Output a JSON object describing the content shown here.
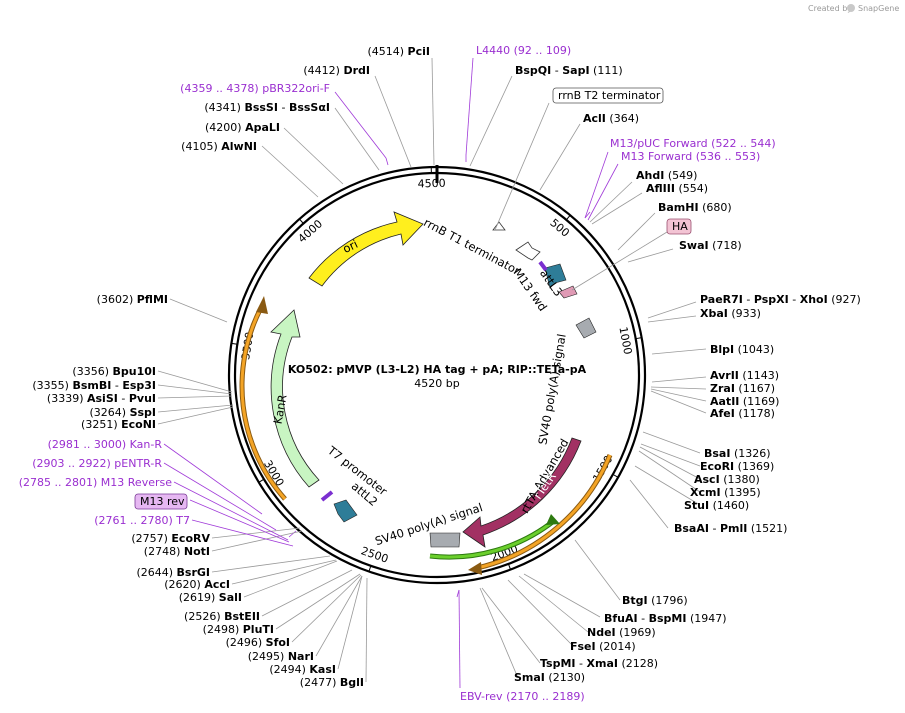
{
  "credit": {
    "prefix": "Created by",
    "brand": "SnapGene"
  },
  "plasmid": {
    "name": "KO502: pMVP (L3-L2) HA tag + pA; RIP::TETa-pA",
    "size_label": "4520 bp",
    "length": 4520
  },
  "ticks": [
    "500",
    "1000",
    "1500",
    "2000",
    "2500",
    "3000",
    "3500",
    "4000",
    "4500"
  ],
  "top_right_labels": [
    {
      "name": "L4440",
      "range": "(92 .. 109)",
      "kind": "primer"
    },
    {
      "name": "BspQI",
      "sep": "-",
      "name2": "SapI",
      "pos": "(111)",
      "kind": "enzyme"
    },
    {
      "name": "rrnB T2 terminator",
      "kind": "feature-box"
    },
    {
      "name": "AclI",
      "pos": "(364)",
      "kind": "enzyme"
    },
    {
      "name": "M13/pUC Forward",
      "range": "(522 .. 544)",
      "kind": "primer"
    },
    {
      "name": "M13 Forward",
      "range": "(536 .. 553)",
      "kind": "primer"
    },
    {
      "name": "AhdI",
      "pos": "(549)",
      "kind": "enzyme"
    },
    {
      "name": "AflIII",
      "pos": "(554)",
      "kind": "enzyme"
    },
    {
      "name": "BamHI",
      "pos": "(680)",
      "kind": "enzyme"
    },
    {
      "name": "HA",
      "kind": "feature-box-pink"
    },
    {
      "name": "SwaI",
      "pos": "(718)",
      "kind": "enzyme"
    }
  ],
  "right_labels": [
    {
      "name": "PaeR7I",
      "sep": "-",
      "name2": "PspXI",
      "sep2": "-",
      "name3": "XhoI",
      "pos": "(927)"
    },
    {
      "name": "XbaI",
      "pos": "(933)"
    },
    {
      "name": "BlpI",
      "pos": "(1043)"
    },
    {
      "name": "AvrII",
      "pos": "(1143)"
    },
    {
      "name": "ZraI",
      "pos": "(1167)"
    },
    {
      "name": "AatII",
      "pos": "(1169)"
    },
    {
      "name": "AfeI",
      "pos": "(1178)"
    },
    {
      "name": "BsaI",
      "pos": "(1326)"
    },
    {
      "name": "EcoRI",
      "pos": "(1369)"
    },
    {
      "name": "AscI",
      "pos": "(1380)"
    },
    {
      "name": "XcmI",
      "pos": "(1395)"
    },
    {
      "name": "StuI",
      "pos": "(1460)"
    },
    {
      "name": "BsaAI",
      "sep": "-",
      "name2": "PmlI",
      "pos": "(1521)"
    }
  ],
  "bottom_right_labels": [
    {
      "name": "BtgI",
      "pos": "(1796)"
    },
    {
      "name": "BfuAI",
      "sep": "-",
      "name2": "BspMI",
      "pos": "(1947)"
    },
    {
      "name": "NdeI",
      "pos": "(1969)"
    },
    {
      "name": "FseI",
      "pos": "(2014)"
    },
    {
      "name": "TspMI",
      "sep": "-",
      "name2": "XmaI",
      "pos": "(2128)"
    },
    {
      "name": "SmaI",
      "pos": "(2130)"
    },
    {
      "name": "EBV-rev",
      "range": "(2170 .. 2189)",
      "kind": "primer"
    }
  ],
  "bottom_left_labels": [
    {
      "pos": "(2757)",
      "name": "EcoRV"
    },
    {
      "pos": "(2748)",
      "name": "NotI"
    },
    {
      "pos": "(2644)",
      "name": "BsrGI"
    },
    {
      "pos": "(2620)",
      "name": "AccI"
    },
    {
      "pos": "(2619)",
      "name": "SalI"
    },
    {
      "pos": "(2526)",
      "name": "BstEII"
    },
    {
      "pos": "(2498)",
      "name": "PluTI"
    },
    {
      "pos": "(2496)",
      "name": "SfoI"
    },
    {
      "pos": "(2495)",
      "name": "NarI"
    },
    {
      "pos": "(2494)",
      "name": "KasI"
    },
    {
      "pos": "(2477)",
      "name": "BglI"
    }
  ],
  "left_labels": [
    {
      "pos": "(3602)",
      "name": "PflMI"
    },
    {
      "pos": "(3356)",
      "name": "Bpu10I"
    },
    {
      "pos": "(3355)",
      "name": "BsmBI",
      "sep": "-",
      "name2": "Esp3I"
    },
    {
      "pos": "(3339)",
      "name": "AsiSI",
      "sep": "-",
      "name2": "PvuI"
    },
    {
      "pos": "(3264)",
      "name": "SspI"
    },
    {
      "pos": "(3251)",
      "name": "EcoNI"
    },
    {
      "range": "(2981 .. 3000)",
      "name": "Kan-R",
      "kind": "primer"
    },
    {
      "range": "(2903 .. 2922)",
      "name": "pENTR-R",
      "kind": "primer"
    },
    {
      "range": "(2785 .. 2801)",
      "name": "M13 Reverse",
      "kind": "primer"
    },
    {
      "name": "M13 rev",
      "kind": "feature-box-purple"
    },
    {
      "range": "(2761 .. 2780)",
      "name": "T7",
      "kind": "primer"
    }
  ],
  "top_left_labels": [
    {
      "pos": "(4514)",
      "name": "PciI"
    },
    {
      "pos": "(4412)",
      "name": "DrdI"
    },
    {
      "range": "(4359 .. 4378)",
      "name": "pBR322ori-F",
      "kind": "primer"
    },
    {
      "pos": "(4341)",
      "name": "BssSI",
      "sep": "-",
      "name2": "BssSαI"
    },
    {
      "pos": "(4200)",
      "name": "ApaLI"
    },
    {
      "pos": "(4105)",
      "name": "AlwNI"
    }
  ],
  "features": {
    "ori": "ori",
    "kanr": "KanR",
    "rrnb_t1": "rrnB T1 terminator",
    "attl3": "attL3",
    "m13fwd": "M13 fwd",
    "sv40_right": "SV40 poly(A) signal",
    "rtta_adv": "rtTA-Advanced",
    "rtetr": "rTetR",
    "sv40_bottom": "SV40 poly(A) signal",
    "t7": "T7 promoter",
    "attl2": "attL2"
  },
  "colors": {
    "ori": "#ffef1e",
    "kanr": "#c8f5c2",
    "rtta": "#a23163",
    "att": "#2e7d98",
    "orange_arc": "#f4a425",
    "green_arc": "#6bcf2c",
    "primer": "#9a2fd0",
    "ha_box": "#f3c4d4",
    "m13rev_box": "#e6b8f2"
  }
}
